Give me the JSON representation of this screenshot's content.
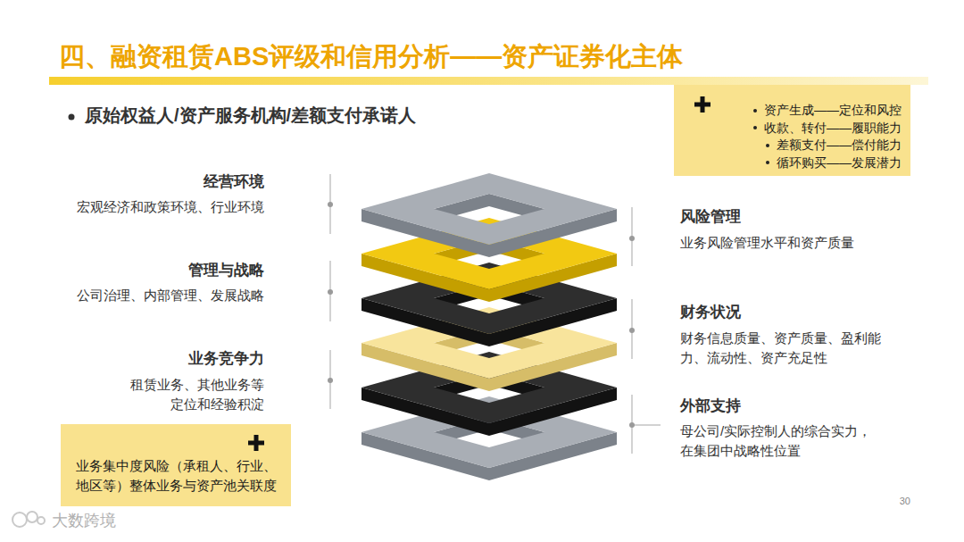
{
  "diagram": {
    "title": "四、融资租赁ABS评级和信用分析——资产证券化主体",
    "nodes": [
      {
        "text": [
          "资产生成——定位和风控",
          "收款、转付——履职能力",
          "差额支付——偿付能力",
          "循环购买——发展潜力"
        ]
      },
      {
        "text": [
          "业务集中度风险（承租人、行业、地区等）整体业务与资产池关联度"
        ]
      }
    ],
    "labels": [
      "原始权益人/资产服务机构/差额支付承诺人",
      "经营环境",
      "宏观经济和政策环境、行业环境",
      "管理与战略",
      "公司治理、内部管理、发展战略",
      "业务竞争力",
      "租赁业务、其他业务等 定位和经验积淀",
      "风险管理",
      "业务风险管理水平和资产质量",
      "财务状况",
      "财务信息质量、资产质量、盈利能力、流动性、资产充足性",
      "外部支持",
      "母公司/实际控制人的综合实力，在集团中战略性位置",
      "30",
      "大数跨境"
    ]
  }
}
